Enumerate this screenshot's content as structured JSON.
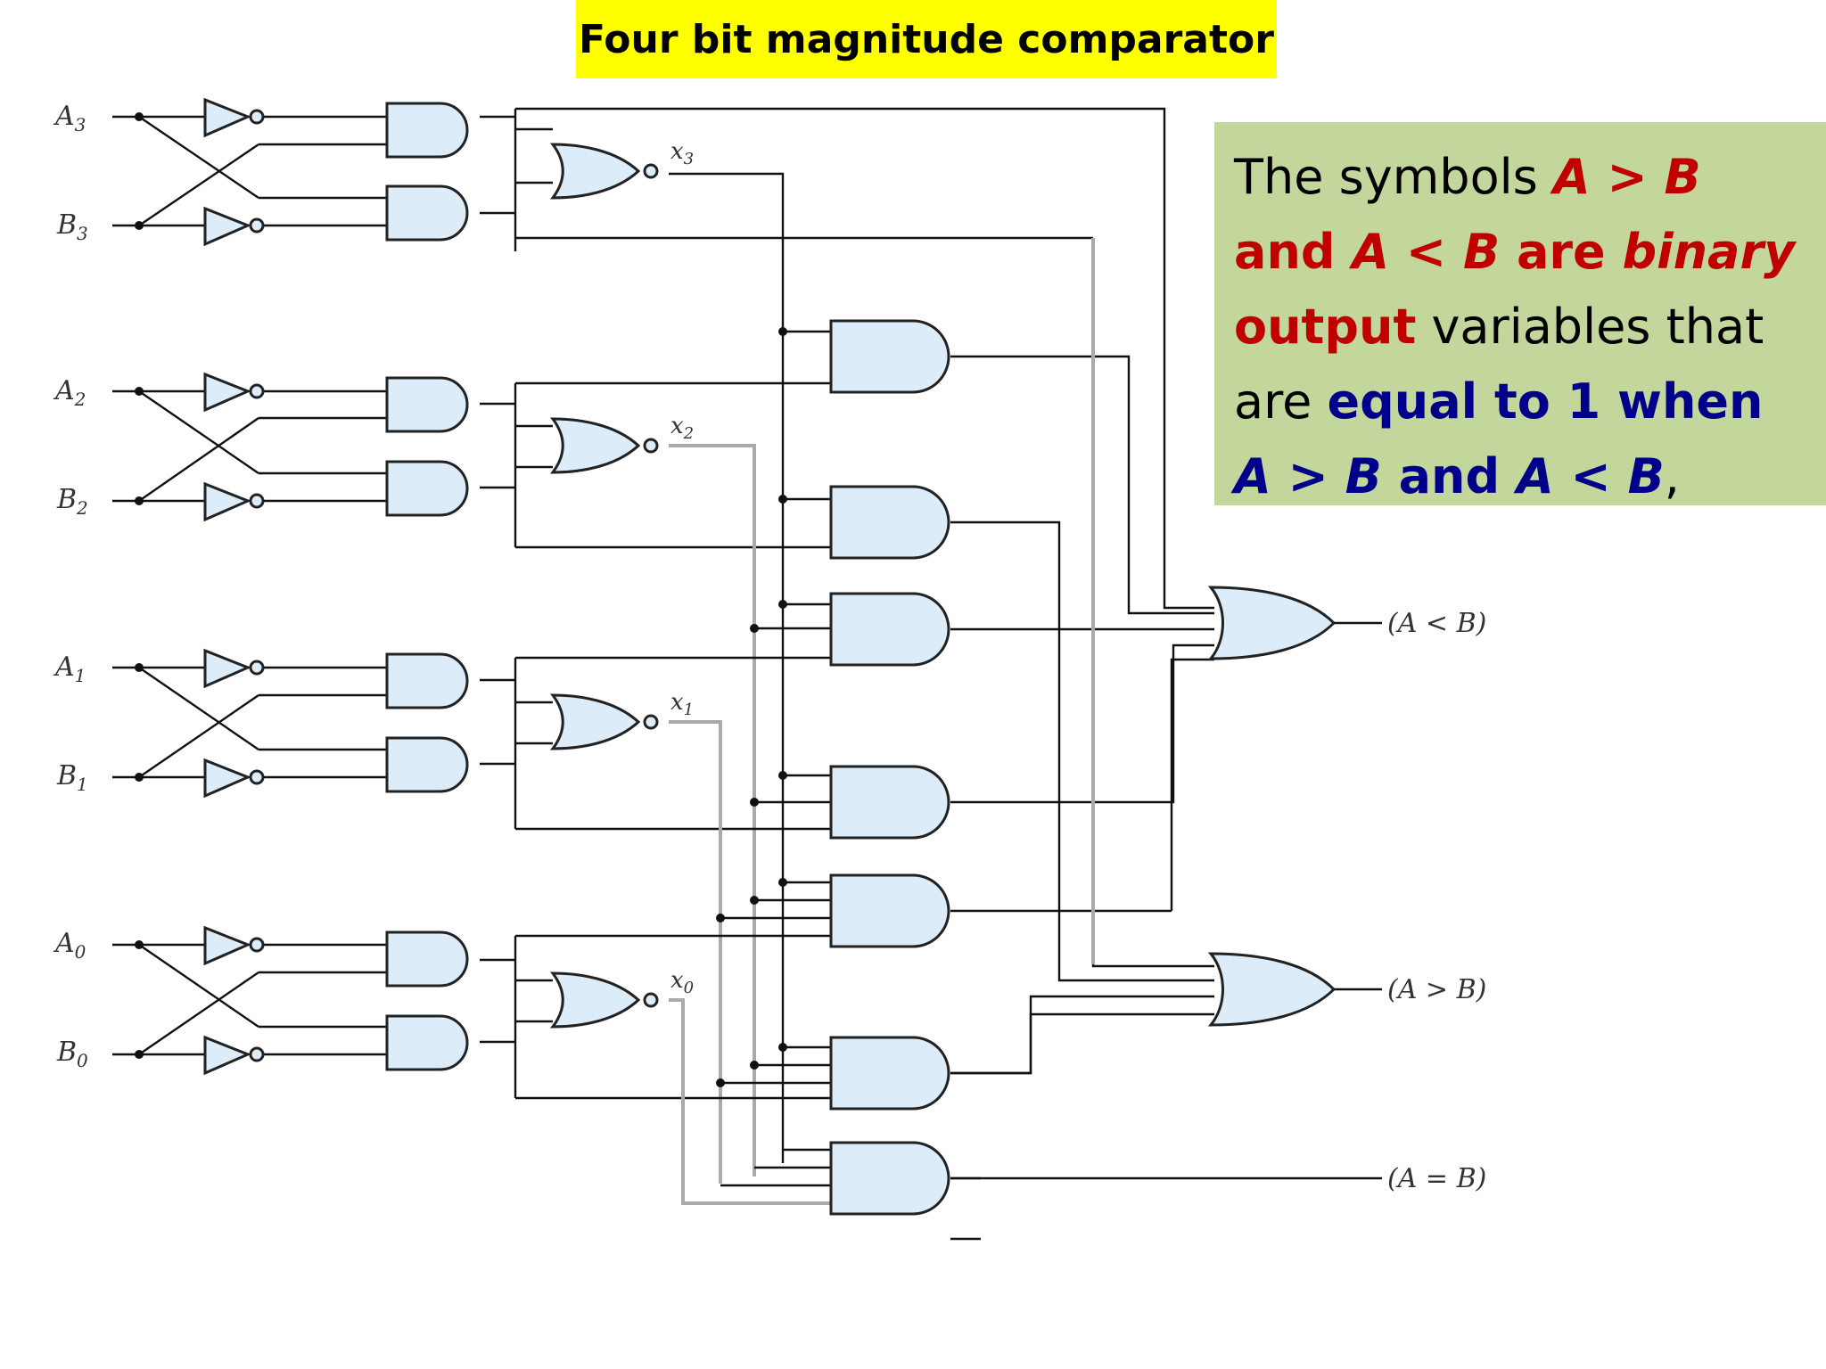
{
  "title": "Four bit magnitude comparator",
  "note": {
    "p1": "The symbols ",
    "p2": "A > B",
    "p3": " and ",
    "p4": "A < B",
    "p5": " are ",
    "p6": "binary",
    "p7": " output",
    "p8": " variables that are ",
    "p9": "equal to 1 when ",
    "p10": "A > B",
    "p11": " and ",
    "p12": "A < B",
    "p13": ","
  },
  "inputs": [
    {
      "a": "A",
      "a_sub": "3",
      "b": "B",
      "b_sub": "3",
      "x": "x",
      "x_sub": "3"
    },
    {
      "a": "A",
      "a_sub": "2",
      "b": "B",
      "b_sub": "2",
      "x": "x",
      "x_sub": "2"
    },
    {
      "a": "A",
      "a_sub": "1",
      "b": "B",
      "b_sub": "1",
      "x": "x",
      "x_sub": "1"
    },
    {
      "a": "A",
      "a_sub": "0",
      "b": "B",
      "b_sub": "0",
      "x": "x",
      "x_sub": "0"
    }
  ],
  "outputs": {
    "lt": "(A < B)",
    "gt": "(A > B)",
    "eq": "(A = B)"
  }
}
